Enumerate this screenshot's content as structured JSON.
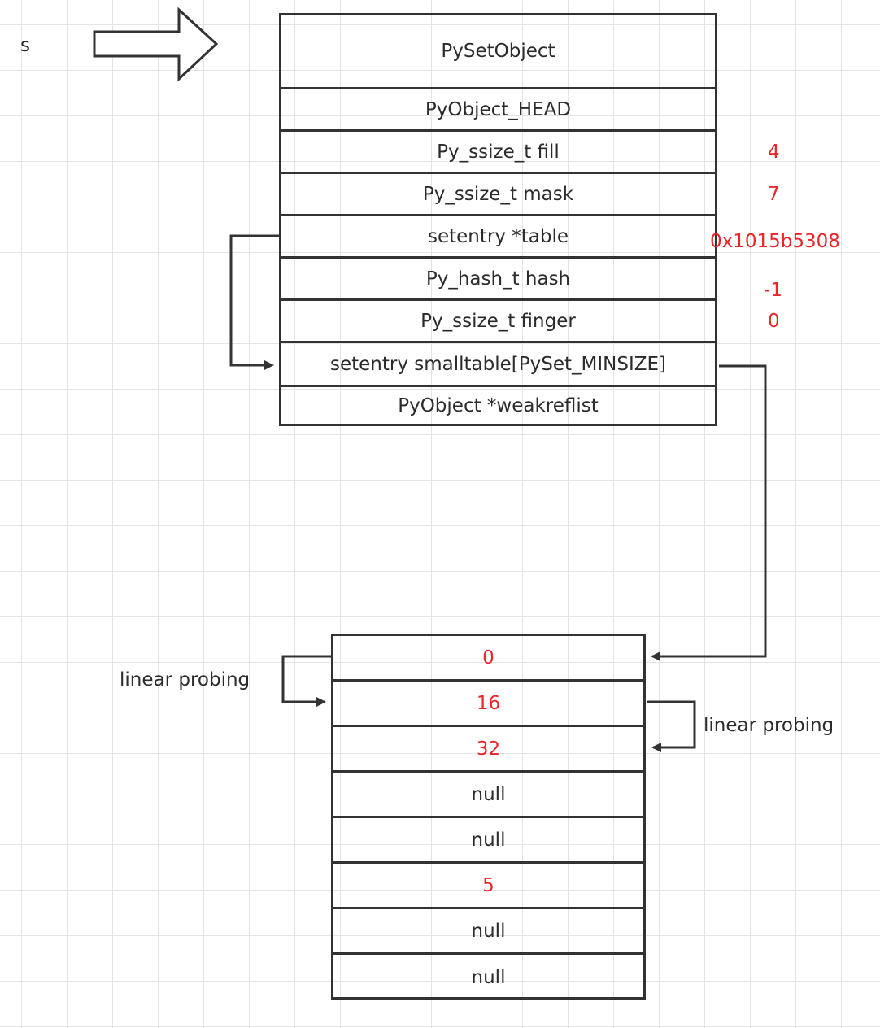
{
  "variable_label": "s",
  "struct": {
    "title": "PySetObject",
    "fields": [
      {
        "label": "PyObject_HEAD",
        "value": ""
      },
      {
        "label": "Py_ssize_t fill",
        "value": "4"
      },
      {
        "label": "Py_ssize_t mask",
        "value": "7"
      },
      {
        "label": "setentry *table",
        "value": "0x1015b5308"
      },
      {
        "label": "Py_hash_t hash",
        "value": "-1"
      },
      {
        "label": "Py_ssize_t finger",
        "value": "0"
      },
      {
        "label": "setentry smalltable[PySet_MINSIZE]",
        "value": ""
      },
      {
        "label": "PyObject *weakreflist",
        "value": ""
      }
    ]
  },
  "smalltable": {
    "slots": [
      {
        "value": "0",
        "filled": true
      },
      {
        "value": "16",
        "filled": true
      },
      {
        "value": "32",
        "filled": true
      },
      {
        "value": "null",
        "filled": false
      },
      {
        "value": "null",
        "filled": false
      },
      {
        "value": "5",
        "filled": true
      },
      {
        "value": "null",
        "filled": false
      },
      {
        "value": "null",
        "filled": false
      }
    ]
  },
  "annotations": {
    "probe_left": "linear probing",
    "probe_right": "linear probing"
  },
  "colors": {
    "value_red": "#e8262b",
    "line": "#333333",
    "text": "#2b2b2b"
  }
}
